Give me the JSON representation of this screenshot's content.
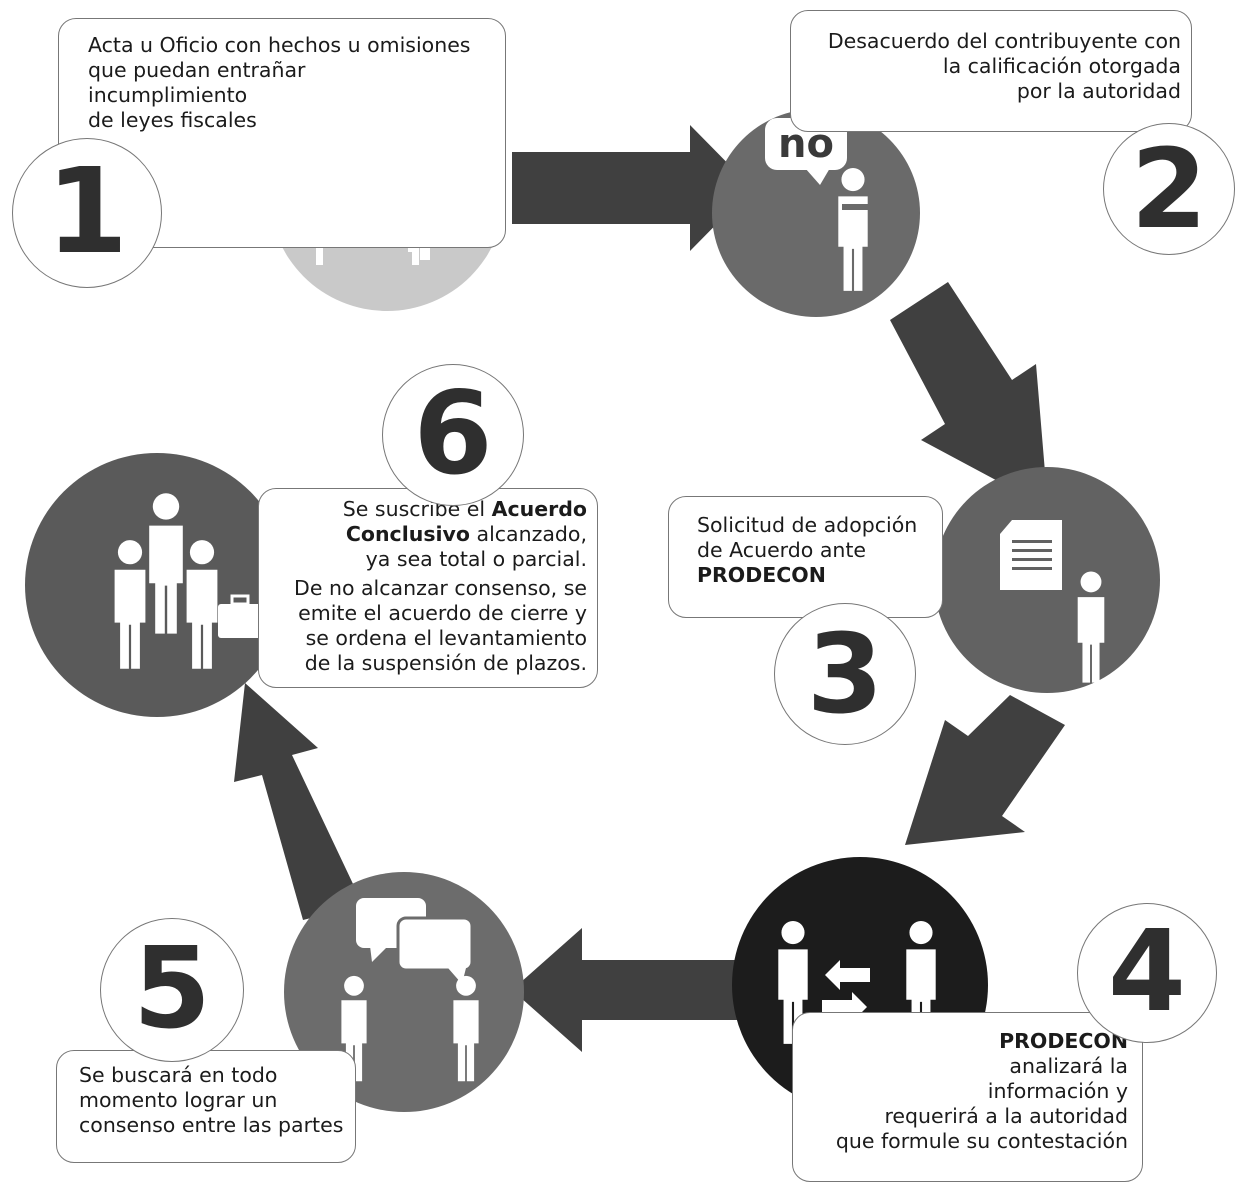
{
  "steps": [
    {
      "number": "1",
      "lines": [
        "Acta u Oficio con hechos u omisiones",
        "que puedan entrañar",
        "incumplimiento",
        "de leyes fiscales"
      ]
    },
    {
      "number": "2",
      "lines": [
        "Desacuerdo del contribuyente con",
        "la calificación otorgada",
        "por la autoridad"
      ],
      "icon_text": "no"
    },
    {
      "number": "3",
      "lines": [
        "Solicitud de adopción",
        "de Acuerdo ante"
      ],
      "bold_line": "PRODECON"
    },
    {
      "number": "4",
      "bold_line": "PRODECON",
      "lines": [
        "analizará la",
        "información y",
        "requerirá a la autoridad",
        "que formule su contestación"
      ]
    },
    {
      "number": "5",
      "lines": [
        "Se buscará en todo",
        "momento lograr un",
        "consenso entre las partes"
      ]
    },
    {
      "number": "6",
      "line1_pre": "Se suscribe el ",
      "line1_bold": "Acuerdo",
      "line2_bold": "Conclusivo",
      "line2_post": " alcanzado,",
      "line3": "ya sea total o parcial.",
      "lines": [
        "De no alcanzar consenso, se",
        "emite el acuerdo de cierre y",
        "se ordena el levantamiento",
        "de la suspensión de plazos."
      ]
    }
  ],
  "colors": {
    "circle1": "#c9c9c9",
    "circle2": "#6a6a6a",
    "circle3": "#626262",
    "circle4": "#1c1c1c",
    "circle5": "#6c6c6c",
    "circle6": "#5a5a5a",
    "arrow": "#3f3f3f",
    "figure": "#ffffff",
    "border": "#777777"
  }
}
